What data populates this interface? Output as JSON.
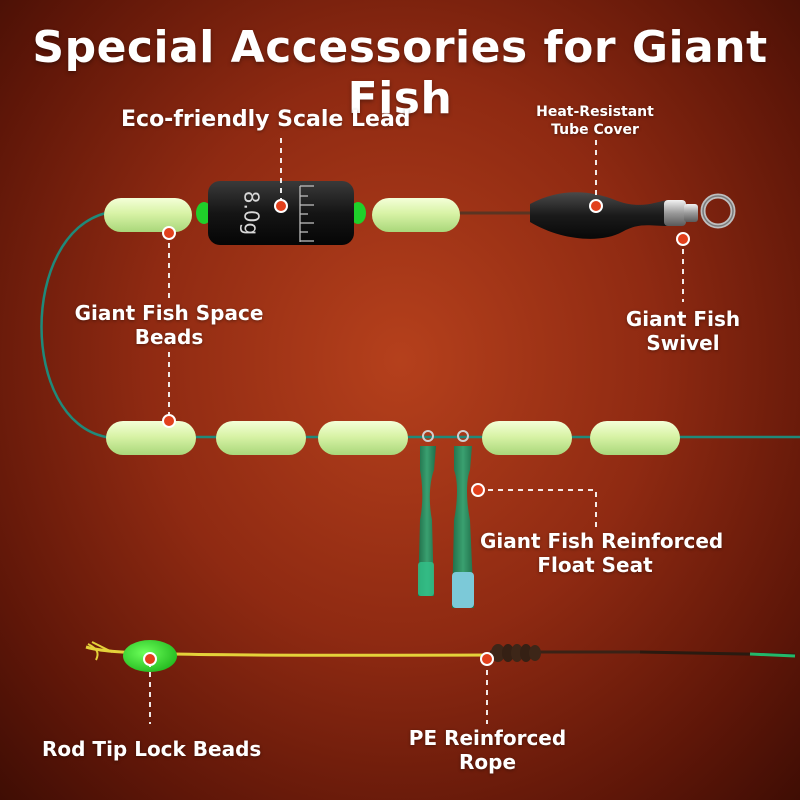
{
  "title": "Special Accessories for Giant Fish",
  "lead_marking": "8.0g",
  "labels": {
    "scale_lead": "Eco-friendly Scale Lead",
    "tube_cover": [
      "Heat-Resistant",
      "Tube Cover"
    ],
    "space_beads": [
      "Giant Fish Space",
      "Beads"
    ],
    "swivel": [
      "Giant Fish",
      "Swivel"
    ],
    "float_seat": [
      "Giant Fish Reinforced",
      "Float Seat"
    ],
    "lock_beads": "Rod Tip Lock Beads",
    "pe_rope": [
      "PE Reinforced",
      "Rope"
    ]
  },
  "colors": {
    "bead": "#dff7b2",
    "line": "#1f8a7a",
    "marker": "#e2401c",
    "float_seat": "#2e8a5e",
    "rope": "#e4d23a"
  }
}
